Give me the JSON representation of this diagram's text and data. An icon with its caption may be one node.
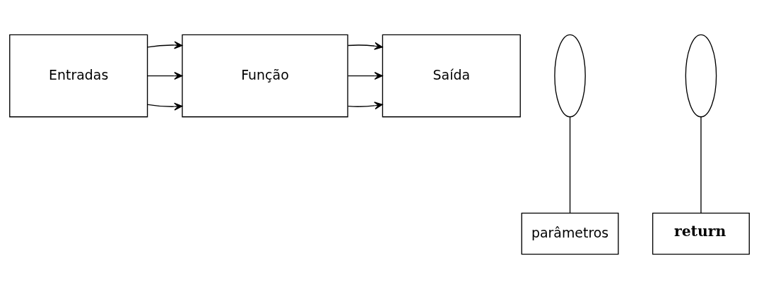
{
  "diagram": {
    "nodes": [
      {
        "text": [
          "Entradas"
        ]
      },
      {
        "text": [
          "Função"
        ]
      },
      {
        "text": [
          "Saída"
        ]
      },
      {
        "text": [],
        "shape": "ellipse"
      },
      {
        "text": [],
        "shape": "ellipse"
      },
      {
        "text": [
          "parâmetros"
        ]
      },
      {
        "text": [
          "return"
        ]
      }
    ],
    "edges": [
      {
        "from": 0,
        "to": 1,
        "arrow": "to"
      },
      {
        "from": 0,
        "to": 1,
        "arrow": "to"
      },
      {
        "from": 0,
        "to": 1,
        "arrow": "to"
      },
      {
        "from": 1,
        "to": 2,
        "arrow": "to"
      },
      {
        "from": 1,
        "to": 2,
        "arrow": "to"
      },
      {
        "from": 1,
        "to": 2,
        "arrow": "to"
      },
      {
        "from": 5,
        "to": 3,
        "arrow": "none"
      },
      {
        "from": 6,
        "to": 4,
        "arrow": "none"
      }
    ]
  }
}
